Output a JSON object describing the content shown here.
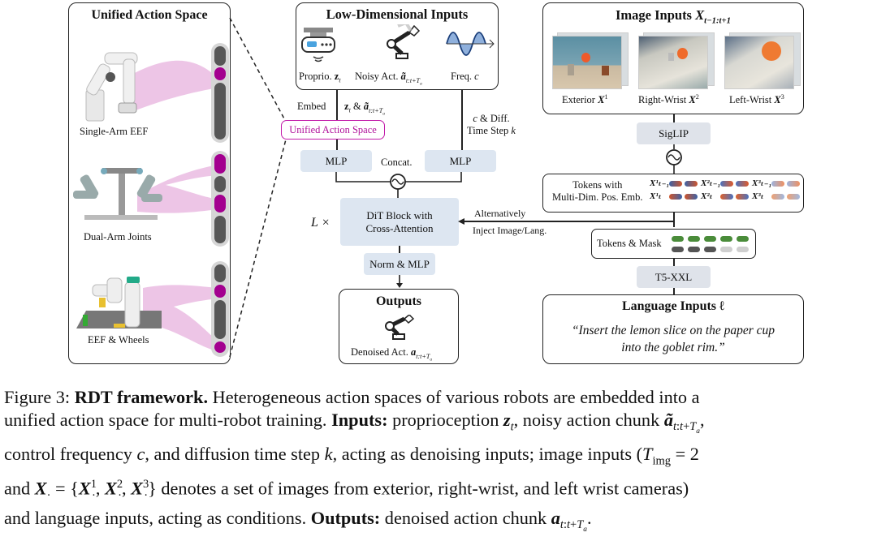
{
  "unified_panel": {
    "title": "Unified Action Space",
    "robots": [
      {
        "label": "Single-Arm EEF"
      },
      {
        "label": "Dual-Arm Joints"
      },
      {
        "label": "EEF & Wheels"
      }
    ]
  },
  "low_dim_panel": {
    "title": "Low-Dimensional Inputs",
    "items": [
      {
        "icon": "proprioception-sensor-icon",
        "label": "Proprio.",
        "math": "z",
        "sub": "t"
      },
      {
        "icon": "noisy-robot-arm-icon",
        "label": "Noisy Act.",
        "math": "ã",
        "sub": "t:t+T",
        "subsub": "a"
      },
      {
        "icon": "sine-wave-icon",
        "label": "Freq.",
        "math": "c"
      }
    ]
  },
  "center": {
    "embed_label": "Embed",
    "embed_math": "z",
    "embed_amp": " & ",
    "embed_math2": "ã",
    "unified_pill": "Unified Action Space",
    "diff_label_line1_math": "c",
    "diff_label_line1": " & Diff.",
    "diff_label_line2": "Time Step ",
    "diff_label_line2_math": "k",
    "mlp_left": "MLP",
    "mlp_right": "MLP",
    "concat": "Concat.",
    "l_times": "L ×",
    "dit_line1": "DiT Block with",
    "dit_line2": "Cross-Attention",
    "norm_mlp": "Norm & MLP",
    "alt_line1": "Alternatively",
    "alt_line2": "Inject Image/Lang."
  },
  "outputs_panel": {
    "title": "Outputs",
    "label": "Denoised Act.",
    "math": "a",
    "sub": "t:t+T",
    "subsub": "a"
  },
  "image_panel": {
    "title": "Image Inputs ",
    "title_math": "X",
    "title_sub": "t−1:t+1",
    "images": [
      {
        "label": "Exterior ",
        "math": "X",
        "sup": "1"
      },
      {
        "label": "Right-Wrist ",
        "math": "X",
        "sup": "2"
      },
      {
        "label": "Left-Wrist ",
        "math": "X",
        "sup": "3"
      }
    ]
  },
  "siglip": "SigLIP",
  "tokens_panel": {
    "line1": "Tokens with",
    "line2": "Multi-Dim. Pos. Emb.",
    "row1": [
      "X¹ₜ₋₁",
      "X²ₜ₋₁",
      "X³ₜ₋₁"
    ],
    "row2": [
      "X¹ₜ",
      "X²ₜ",
      "X³ₜ"
    ]
  },
  "tokens_mask": {
    "label": "Tokens & Mask",
    "mask": [
      1,
      1,
      1,
      0,
      0
    ]
  },
  "t5": "T5-XXL",
  "language_panel": {
    "title": "Language Inputs ℓ",
    "instruction_line1": "“Insert the lemon slice on the paper cup",
    "instruction_line2": "into the goblet rim.”"
  },
  "colors": {
    "magenta": "#a3008f",
    "pink_band": "#e9b6e0",
    "block_blue": "#dde6f1",
    "block_gray": "#dfe3ea",
    "token_green": "#4a8c3a"
  },
  "caption": {
    "fig": "Figure 3: ",
    "title": "RDT framework.",
    "text1": " Heterogeneous action spaces of various robots are embedded into a",
    "text2": "unified action space for multi-robot training. ",
    "inputs_b": "Inputs:",
    "text3": " proprioception ",
    "text4": ", noisy action chunk ",
    "text5": "control frequency ",
    "text6": ", and diffusion time step ",
    "text7": ", acting as denoising inputs; image inputs (",
    "text8": " = 2",
    "text9": "and ",
    "text10": " = {",
    "text11": "} denotes a set of images from exterior, right-wrist, and left wrist cameras)",
    "text12": "and language inputs, acting as conditions. ",
    "outputs_b": "Outputs:",
    "text13": " denoised action chunk "
  }
}
